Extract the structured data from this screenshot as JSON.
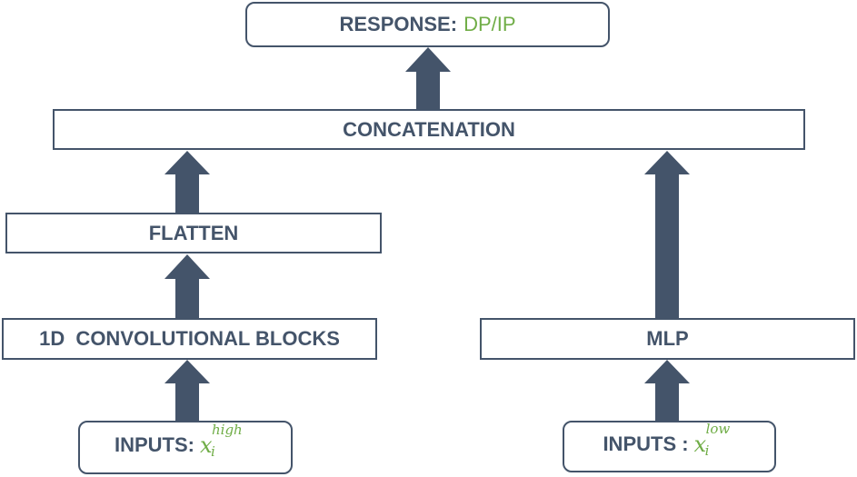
{
  "colors": {
    "box_border": "#44546a",
    "text": "#44546a",
    "arrow": "#44546a",
    "accent": "#70ad47"
  },
  "response": {
    "label": "RESPONSE:",
    "value": "DP/IP"
  },
  "concatenation": {
    "label": "CONCATENATION"
  },
  "flatten": {
    "label": "FLATTEN"
  },
  "conv_blocks": {
    "label": "1D  CONVOLUTIONAL BLOCKS"
  },
  "mlp": {
    "label": "MLP"
  },
  "inputs_high": {
    "label": "INPUTS:",
    "var": "x",
    "sub": "i",
    "sup": "high"
  },
  "inputs_low": {
    "label": "INPUTS :",
    "var": "x",
    "sub": "i",
    "sup": "low"
  }
}
